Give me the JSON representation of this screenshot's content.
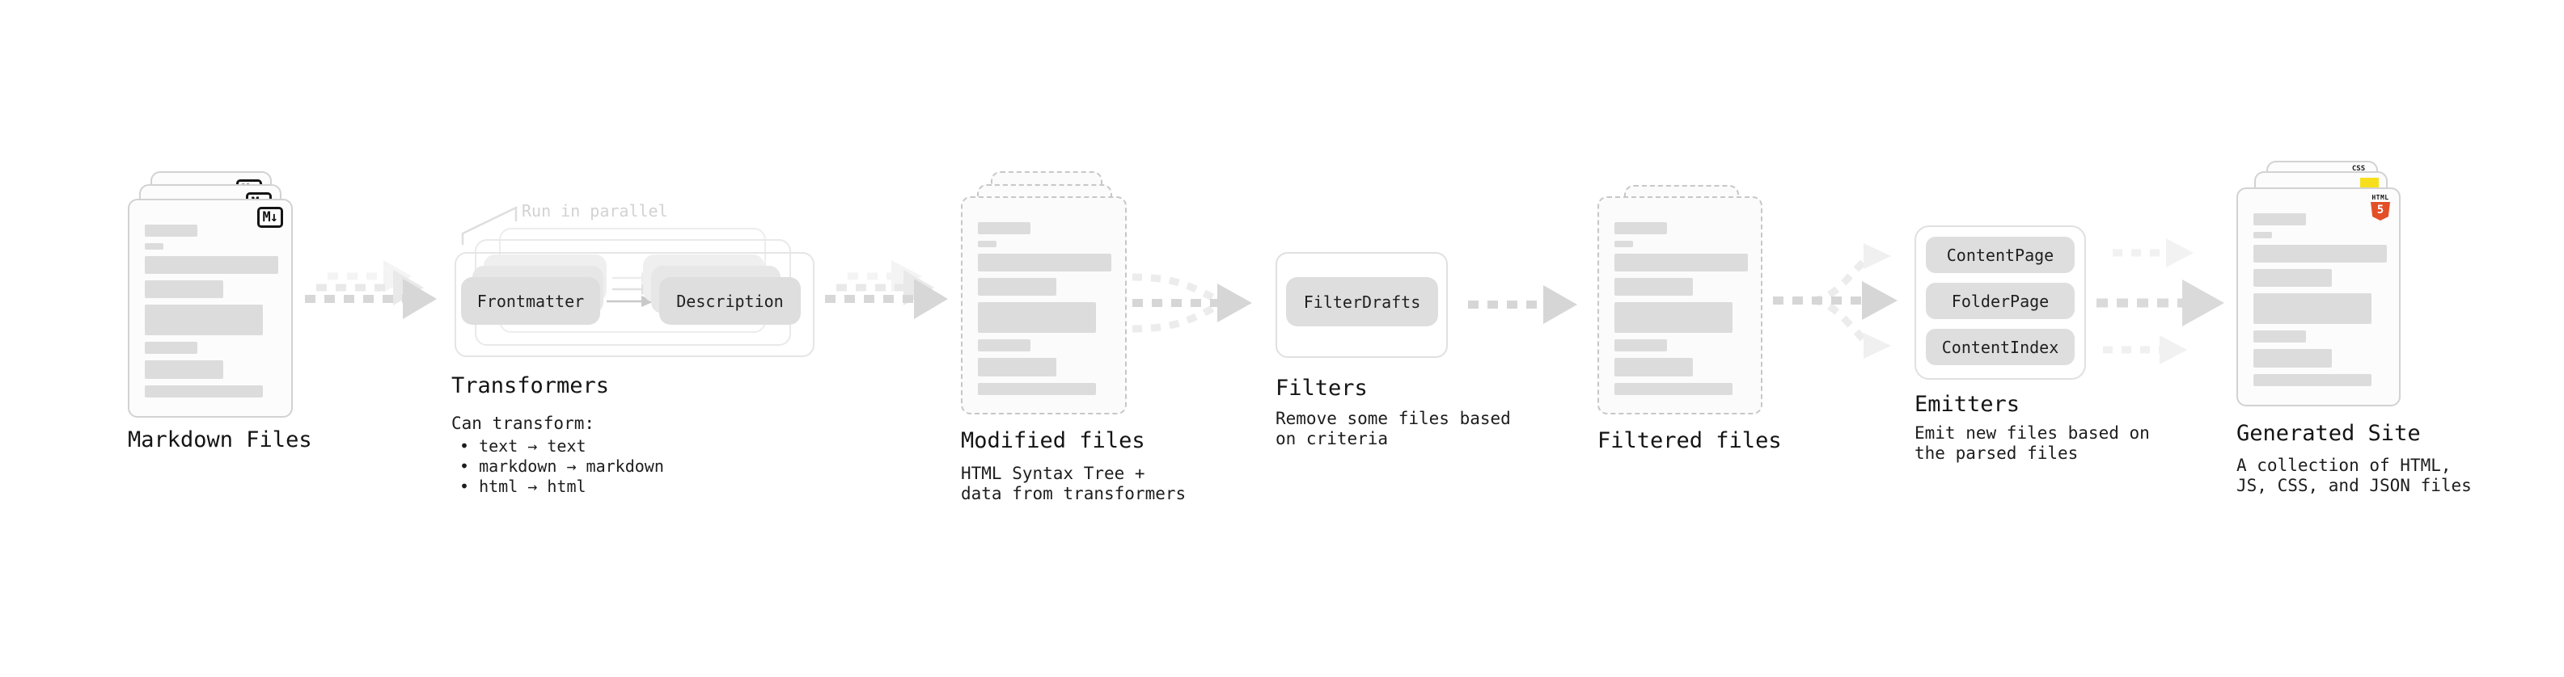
{
  "colors": {
    "arrow_main": "#d6d6d6",
    "arrow_echo": "#ececec",
    "pill_bg": "#dedede",
    "note_text": "#d2d2d2",
    "html5_orange": "#e34f26",
    "js_yellow": "#f7df1e",
    "css_blue": "#2f6df6"
  },
  "stations": {
    "markdown_files": {
      "label": "Markdown Files",
      "badge": "M↓"
    },
    "transformers": {
      "label": "Transformers",
      "note": "Run in parallel",
      "pill_from": "Frontmatter",
      "pill_to": "Description",
      "desc_title": "Can transform:",
      "bullets": [
        "• text → text",
        "• markdown → markdown",
        "• html → html"
      ]
    },
    "modified_files": {
      "label": "Modified files",
      "desc_line1": "HTML Syntax Tree +",
      "desc_line2": "data from transformers"
    },
    "filters": {
      "label": "Filters",
      "pill": "FilterDrafts",
      "desc_line1": "Remove some files based",
      "desc_line2": "on criteria"
    },
    "filtered_files": {
      "label": "Filtered files"
    },
    "emitters": {
      "label": "Emitters",
      "pills": [
        "ContentPage",
        "FolderPage",
        "ContentIndex"
      ],
      "desc_line1": "Emit new files based on",
      "desc_line2": "the parsed files"
    },
    "generated_site": {
      "label": "Generated Site",
      "badge_css": "CSS",
      "badge_html_label": "HTML",
      "badge_html_number": "5",
      "desc_line1": "A collection of HTML,",
      "desc_line2": "JS, CSS, and JSON files"
    }
  }
}
